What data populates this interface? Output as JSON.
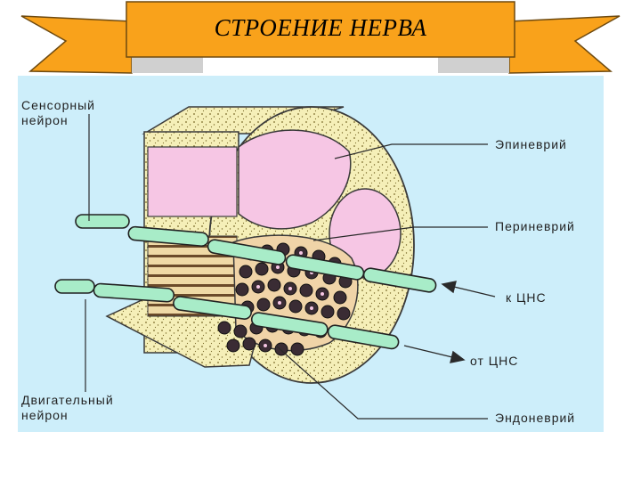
{
  "title": "СТРОЕНИЕ НЕРВА",
  "labels": {
    "sensory_line1": "Сенсорный",
    "sensory_line2": "нейрон",
    "motor_line1": "Двигательный",
    "motor_line2": "нейрон",
    "epineurium": "Эпиневрий",
    "perineurium": "Периневрий",
    "to_cns": "к ЦНС",
    "from_cns": "от ЦНС",
    "endoneurium": "Эндоневрий"
  },
  "colors": {
    "banner": "#f9a21b",
    "panel": "#cdeefa",
    "epineurium_tissue": "#f5efb8",
    "fascicle": "#f6c6e4",
    "axon": "#a8ecc8",
    "fibers": "#1c1c1c"
  }
}
